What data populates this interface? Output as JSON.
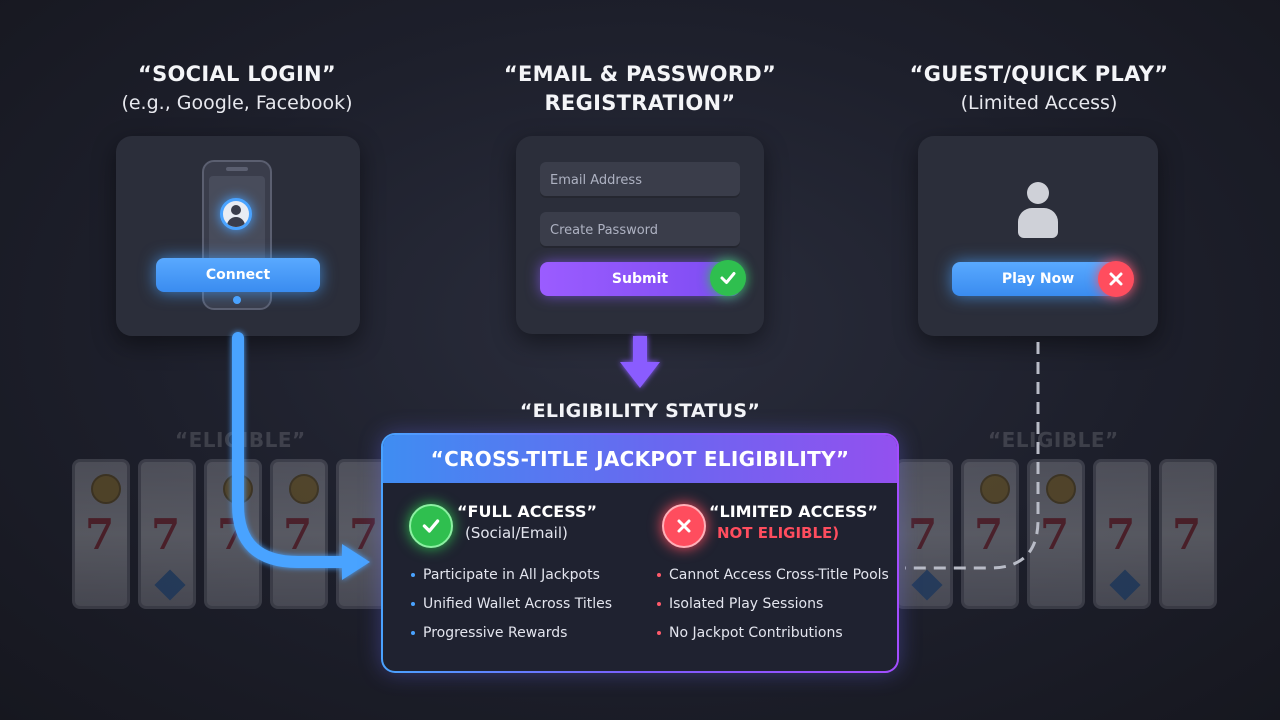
{
  "columns": {
    "social": {
      "title": "“SOCIAL LOGIN”",
      "subtitle": "(e.g., Google, Facebook)",
      "button_label": "Connect"
    },
    "email": {
      "title_line1": "“EMAIL & PASSWORD”",
      "title_line2": "REGISTRATION”",
      "email_placeholder": "Email Address",
      "password_placeholder": "Create Password",
      "submit_label": "Submit"
    },
    "guest": {
      "title": "“GUEST/QUICK PLAY”",
      "subtitle": "(Limited Access)",
      "button_label": "Play Now"
    }
  },
  "status_label": "“ELIGIBILITY STATUS”",
  "background_labels": [
    "“ELIGIBLE”",
    "“ELIGIBLE”"
  ],
  "panel": {
    "title": "“CROSS-TITLE JACKPOT ELIGIBILITY”",
    "full_access": {
      "title": "“FULL ACCESS”",
      "subtitle": "(Social/Email)",
      "items": [
        "Participate in All Jackpots",
        "Unified Wallet Across Titles",
        "Progressive Rewards"
      ]
    },
    "limited_access": {
      "title": "“LIMITED ACCESS”",
      "subtitle": "NOT ELIGIBLE)",
      "items": [
        "Cannot Access Cross-Title Pools",
        "Isolated Play Sessions",
        "No Jackpot Contributions"
      ]
    }
  },
  "icons": {
    "phone": "smartphone-icon",
    "user": "user-icon",
    "check": "check-icon",
    "cross": "x-icon",
    "arrow": "arrow-icon"
  },
  "colors": {
    "blue": "#4aa3ff",
    "purple": "#8a5cff",
    "green": "#2fbf4f",
    "red": "#ff4d5e"
  }
}
